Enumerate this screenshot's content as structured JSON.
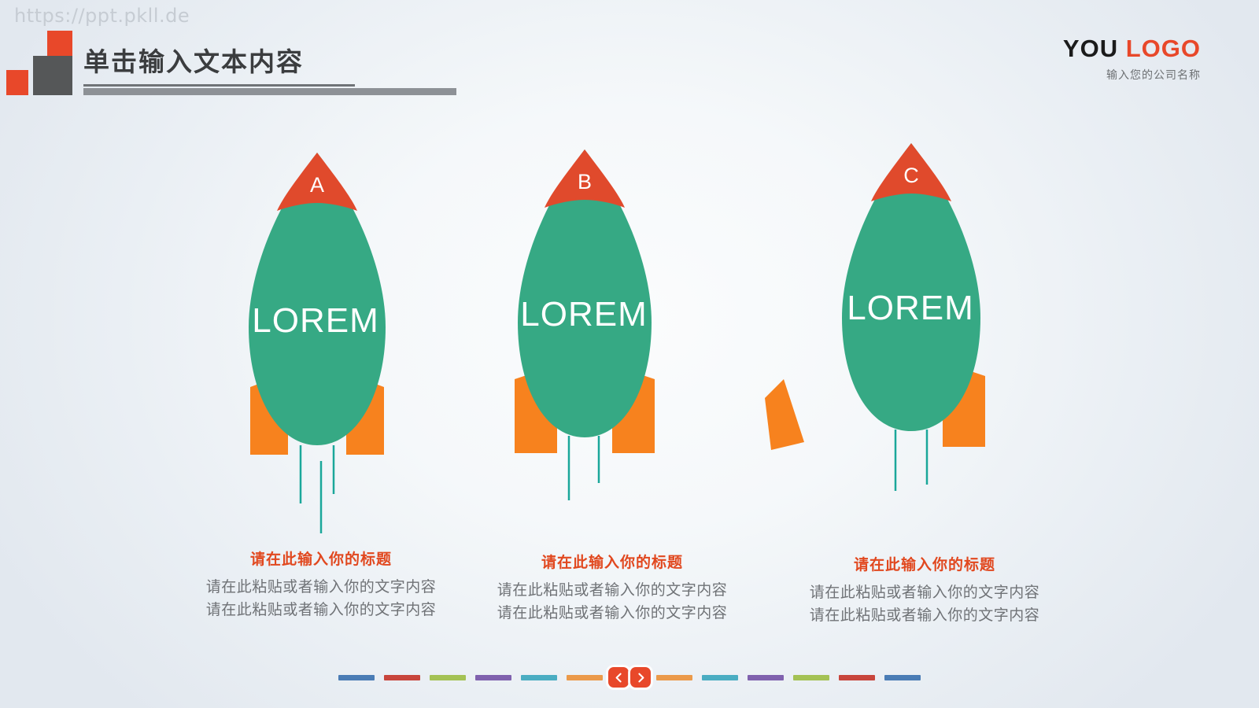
{
  "watermark": "https://ppt.pkll.de",
  "header": {
    "title": "单击输入文本内容",
    "logo_part1": "YOU ",
    "logo_part2": "LOGO",
    "logo_subtitle": "输入您的公司名称"
  },
  "colors": {
    "red": "#e1481f",
    "nose_red": "#e04a2c",
    "green": "#36a984",
    "orange": "#f7821e",
    "teal_line": "#1aa79a",
    "title_gray": "#3b3d3f",
    "body_gray": "#6f7276"
  },
  "rockets": [
    {
      "nose_label": "A",
      "body_label": "LOREM"
    },
    {
      "nose_label": "B",
      "body_label": "LOREM"
    },
    {
      "nose_label": "C",
      "body_label": "LOREM"
    }
  ],
  "captions": [
    {
      "title": "请在此输入你的标题",
      "line1": "请在此粘贴或者输入你的文字内容",
      "line2": "请在此粘贴或者输入你的文字内容"
    },
    {
      "title": "请在此输入你的标题",
      "line1": "请在此粘贴或者输入你的文字内容",
      "line2": "请在此粘贴或者输入你的文字内容"
    },
    {
      "title": "请在此输入你的标题",
      "line1": "请在此粘贴或者输入你的文字内容",
      "line2": "请在此粘贴或者输入你的文字内容"
    }
  ],
  "pager": {
    "dashes_left": [
      "#4a7cb5",
      "#c8453c",
      "#a4c254",
      "#8061ae",
      "#4aadc2",
      "#eb9a4a"
    ],
    "dashes_right": [
      "#eb9a4a",
      "#4aadc2",
      "#8061ae",
      "#a4c254",
      "#c8453c",
      "#4a7cb5"
    ],
    "prev_icon": "chevron-left-icon",
    "next_icon": "chevron-right-icon"
  }
}
